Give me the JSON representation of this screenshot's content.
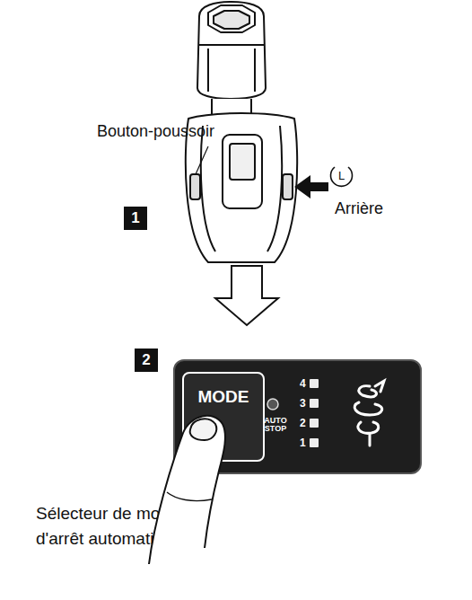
{
  "diagram": {
    "nodes": [
      {
        "text": [
          "1"
        ]
      },
      {
        "text": [
          "2"
        ]
      },
      {
        "text": [
          "AUTO STOP",
          "4",
          "3",
          "2",
          "1"
        ]
      },
      {
        "text": [
          "MODE"
        ],
        "in": 2
      }
    ],
    "labels": [
      "Bouton-poussoir",
      "L",
      "Arrière",
      "Sélecteur de mode d'arrêt automatique"
    ]
  }
}
